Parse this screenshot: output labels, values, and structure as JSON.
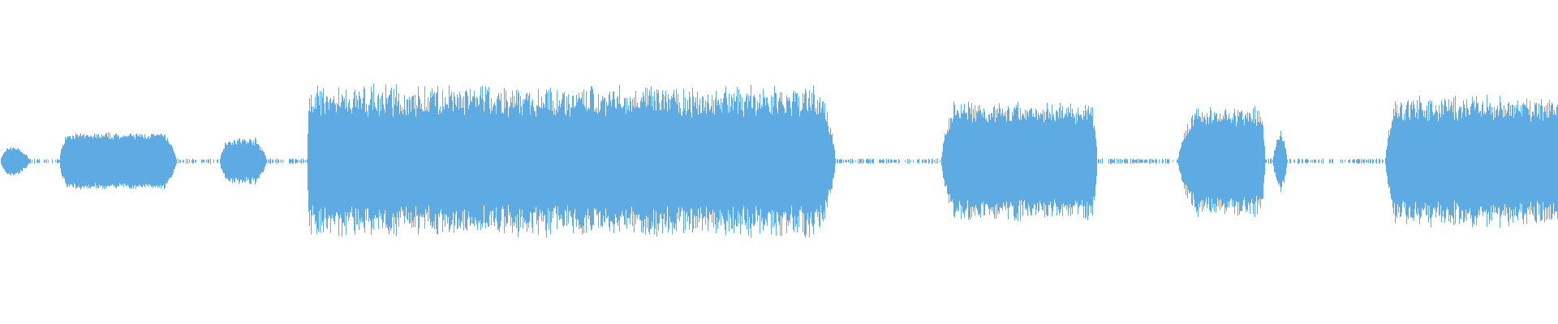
{
  "waveform": {
    "color": "#5DABE2",
    "background": "#FFFFFF",
    "segments": [
      {
        "start": 0.0,
        "end": 0.019,
        "peak": 0.1,
        "attack": 0.3,
        "release": 0.5,
        "jitter": 0.25
      },
      {
        "start": 0.038,
        "end": 0.113,
        "peak": 0.18,
        "attack": 0.06,
        "release": 0.1,
        "jitter": 0.15
      },
      {
        "start": 0.141,
        "end": 0.171,
        "peak": 0.15,
        "attack": 0.15,
        "release": 0.25,
        "jitter": 0.25
      },
      {
        "start": 0.197,
        "end": 0.536,
        "peak": 0.48,
        "attack": 0.005,
        "release": 0.03,
        "jitter": 0.35
      },
      {
        "start": 0.604,
        "end": 0.704,
        "peak": 0.38,
        "attack": 0.08,
        "release": 0.03,
        "jitter": 0.3
      },
      {
        "start": 0.756,
        "end": 0.812,
        "peak": 0.35,
        "attack": 0.2,
        "release": 0.05,
        "jitter": 0.3
      },
      {
        "start": 0.817,
        "end": 0.826,
        "peak": 0.2,
        "attack": 0.4,
        "release": 0.4,
        "jitter": 0.3
      },
      {
        "start": 0.889,
        "end": 1.0,
        "peak": 0.42,
        "attack": 0.06,
        "release": 0.0,
        "jitter": 0.35
      }
    ],
    "silence_level": 0.012
  }
}
